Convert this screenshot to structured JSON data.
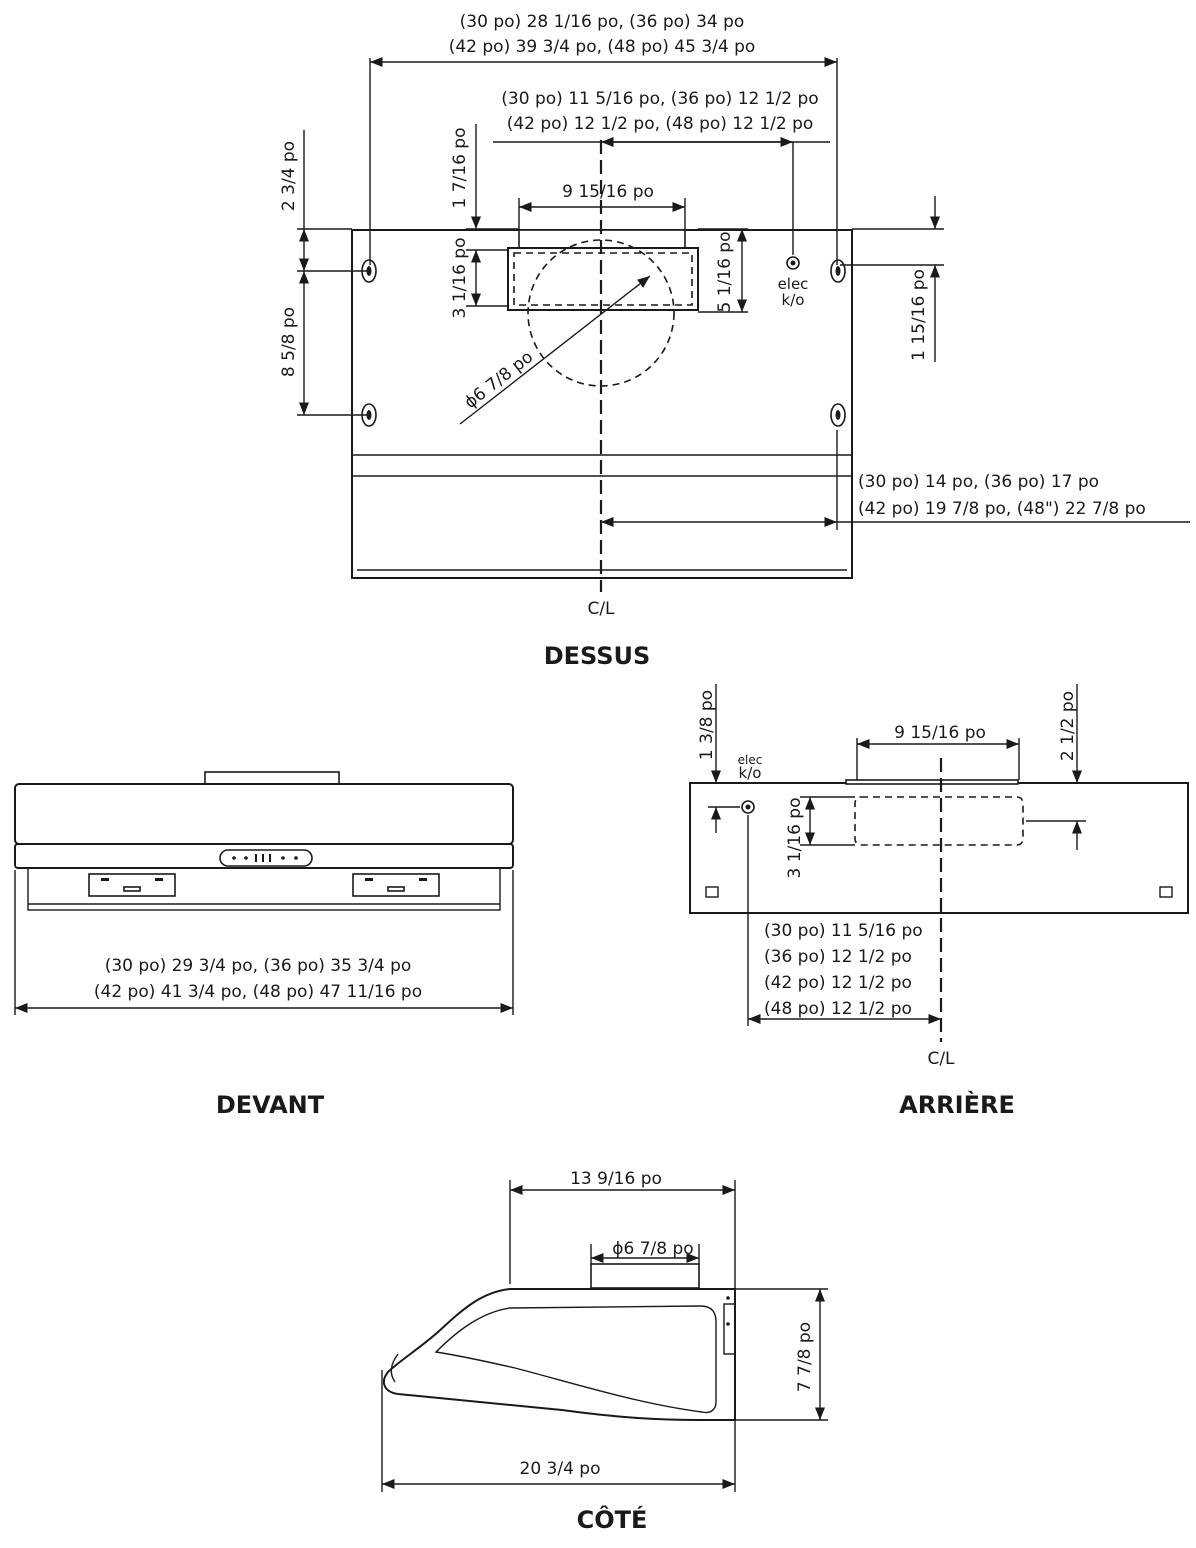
{
  "views": {
    "top": {
      "title": "DESSUS",
      "overall_width_1": "(30 po) 28 1/16 po, (36 po) 34 po",
      "overall_width_2": "(42 po) 39 3/4 po, (48 po) 45  3/4 po",
      "elec_offset_1": "(30 po) 11 5/16 po, (36 po) 12 1/2 po",
      "elec_offset_2": "(42 po) 12 1/2 po, (48 po) 12 1/2 po",
      "duct_width": "9 15/16 po",
      "left_top_margin": "2 3/4 po",
      "left_mount_spacing": "8 5/8 po",
      "duct_top_offset": "1 7/16 po",
      "duct_rect_depth": "3 1/16 po",
      "duct_rect_offset": "5 1/16 po",
      "round_duct_diameter": "ϕ6 7/8 po",
      "elec_label_1": "elec",
      "elec_label_2": "k/o",
      "right_mount_offset": "1 15/16 po",
      "half_width_1": "(30 po) 14 po,      (36 po) 17 po",
      "half_width_2": "(42 po) 19 7/8 po,  (48\") 22 7/8 po",
      "centerline": "C/L"
    },
    "front": {
      "title": "DEVANT",
      "width_1": "(30 po) 29 3/4 po,  (36 po) 35 3/4 po",
      "width_2": "(42 po) 41 3/4 po,  (48 po) 47  11/16 po"
    },
    "rear": {
      "title": "ARRIÈRE",
      "elec_height": "1 3/8 po",
      "duct_width": "9 15/16 po",
      "duct_height": "2 1/2 po",
      "duct_rect_height": "3 1/16 po",
      "elec_label_1": "elec",
      "elec_label_2": "k/o",
      "offset_30": "(30 po) 11 5/16 po",
      "offset_36": "(36 po) 12 1/2 po",
      "offset_42": "(42 po) 12 1/2 po",
      "offset_48": "(48 po) 12 1/2 po",
      "centerline": "C/L"
    },
    "side": {
      "title": "CÔTÉ",
      "top_depth": "13 9/16 po",
      "round_duct": "ϕ6 7/8 po",
      "height": "7 7/8 po",
      "overall_depth": "20 3/4 po"
    }
  }
}
